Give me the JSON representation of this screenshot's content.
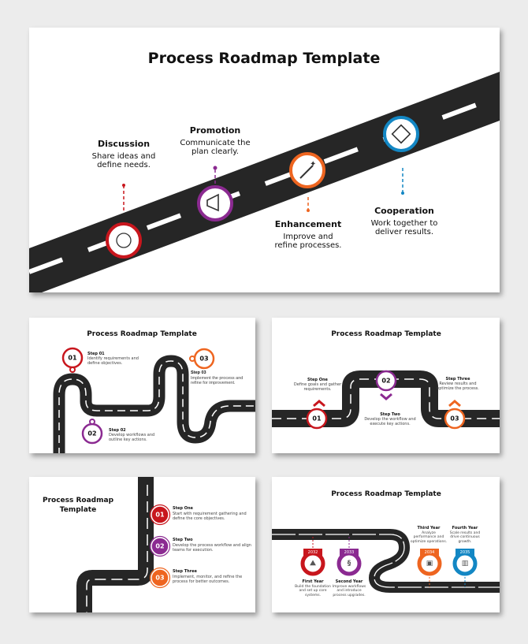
{
  "colors": {
    "red": "#c8161d",
    "purple": "#8b2a91",
    "orange": "#ee6520",
    "blue": "#1387c4",
    "road": "#262626"
  },
  "slide1": {
    "title": "Process Roadmap Template",
    "steps": [
      {
        "title": "Discussion",
        "desc1": "Share ideas and",
        "desc2": "define needs.",
        "icon": "team-meeting-icon"
      },
      {
        "title": "Promotion",
        "desc1": "Communicate the",
        "desc2": "plan clearly.",
        "icon": "megaphone-icon"
      },
      {
        "title": "Enhancement",
        "desc1": "Improve and",
        "desc2": "refine processes.",
        "icon": "magic-wand-icon"
      },
      {
        "title": "Cooperation",
        "desc1": "Work together to",
        "desc2": "deliver results.",
        "icon": "puzzle-icon"
      }
    ]
  },
  "slide2": {
    "title": "Process Roadmap Template",
    "steps": [
      {
        "num": "01",
        "title": "Step 01",
        "desc1": "Identify requirements and",
        "desc2": "define objectives."
      },
      {
        "num": "02",
        "title": "Step 02",
        "desc1": "Develop workflows and",
        "desc2": "outline key actions."
      },
      {
        "num": "03",
        "title": "Step 03",
        "desc1": "Implement the process and",
        "desc2": "refine for improvement."
      }
    ]
  },
  "slide3": {
    "title": "Process Roadmap Template",
    "steps": [
      {
        "num": "01",
        "title": "Step One",
        "desc1": "Define goals and gather",
        "desc2": "requirements."
      },
      {
        "num": "02",
        "title": "Step Two",
        "desc1": "Develop the workflow and",
        "desc2": "execute key actions."
      },
      {
        "num": "03",
        "title": "Step Three",
        "desc1": "Review results and",
        "desc2": "optimize the process."
      }
    ]
  },
  "slide4": {
    "title1": "Process Roadmap",
    "title2": "Template",
    "steps": [
      {
        "num": "01",
        "title": "Step One",
        "desc1": "Start with requirement gathering and",
        "desc2": "define the core objectives."
      },
      {
        "num": "02",
        "title": "Step Two",
        "desc1": "Develop the process workflow and align",
        "desc2": "teams for execution."
      },
      {
        "num": "03",
        "title": "Step Three",
        "desc1": "Implement, monitor, and refine the",
        "desc2": "process for better outcomes."
      }
    ]
  },
  "slide5": {
    "title": "Process Roadmap Template",
    "steps": [
      {
        "year": "2032",
        "title": "First Year",
        "desc1": "Build the foundation",
        "desc2": "and set up core",
        "desc3": "systems.",
        "icon": "flag-mountain-icon"
      },
      {
        "year": "2033",
        "title": "Second Year",
        "desc1": "Improve workflows",
        "desc2": "and introduce",
        "desc3": "process upgrades.",
        "icon": "route-icon"
      },
      {
        "year": "2034",
        "title": "Third Year",
        "desc1": "Analyze",
        "desc2": "performance and",
        "desc3": "optimize operations.",
        "icon": "analytics-icon"
      },
      {
        "year": "2035",
        "title": "Fourth Year",
        "desc1": "Scale results and",
        "desc2": "drive continuous",
        "desc3": "growth.",
        "icon": "bar-chart-icon"
      }
    ]
  }
}
